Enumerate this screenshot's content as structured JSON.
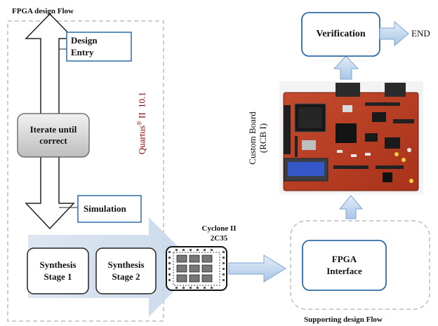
{
  "left_panel": {
    "title": "FPGA design Flow"
  },
  "design_entry": {
    "line1": "Design",
    "line2": "Entry"
  },
  "iterate": {
    "line1": "Iterate until",
    "line2": "correct"
  },
  "tool_label": {
    "prefix": "Quartus",
    "sup": "®",
    "suffix": " II  10.1"
  },
  "simulation": {
    "label": "Simulation"
  },
  "synthesis1": {
    "line1": "Synthesis",
    "line2": "Stage 1"
  },
  "synthesis2": {
    "line1": "Synthesis",
    "line2": "Stage 2"
  },
  "chip": {
    "line1": "Cyclone II",
    "line2": "2C35"
  },
  "fpga_interface": {
    "line1": "FPGA",
    "line2": "Interface"
  },
  "supporting": {
    "title": "Supporting design Flow"
  },
  "board": {
    "line1": "Custom Board",
    "line2": "(RCB I)"
  },
  "verification": {
    "label": "Verification"
  },
  "end": {
    "label": "END"
  },
  "colors": {
    "accent_blue": "#2e6ca8",
    "arrow_fill": "#b9cfe6",
    "quartus_red": "#8b0000",
    "dash_gray": "#bdbdbd"
  }
}
